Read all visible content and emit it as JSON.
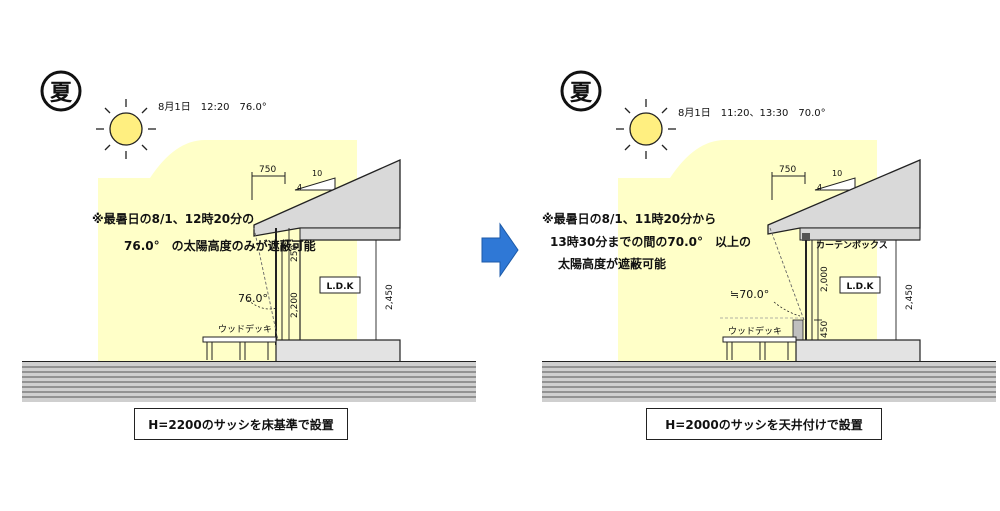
{
  "season_badge": "夏",
  "left": {
    "date_caption": "8月1日　12:20　76.0°",
    "dim_horizontal": "750",
    "slope_run": "10",
    "slope_rise": "4",
    "note_line1": "※最暑日の8/1、12時20分の",
    "note_line2": "76.0°　の太陽高度のみが遮蔽可能",
    "dim_250": "250",
    "dim_2200": "2,200",
    "dim_2450": "2,450",
    "room_label": "L.D.K",
    "angle_label": "76.0°",
    "deck_label": "ウッドデッキ",
    "caption": "H=2200のサッシを床基準で設置"
  },
  "right": {
    "date_caption": "8月1日　11:20、13:30　70.0°",
    "dim_horizontal": "750",
    "slope_run": "10",
    "slope_rise": "4",
    "note_line1": "※最暑日の8/1、11時20分から",
    "note_line2": "13時30分までの間の70.0°　以上の",
    "note_line3": "太陽高度が遮蔽可能",
    "curtain_label": "カーテンボックス",
    "dim_2000": "2,000",
    "dim_2450": "2,450",
    "dim_450": "450",
    "room_label": "L.D.K",
    "angle_label": "≒70.0°",
    "deck_label": "ウッドデッキ",
    "caption": "H=2000のサッシを天井付けで設置"
  },
  "colors": {
    "sun_zone": "#ffffc8",
    "sun": "#ffef80",
    "arrow": "#2f78d6",
    "roof": "#d9d9d9",
    "ground": "#cfcfcf",
    "line": "#222222"
  }
}
